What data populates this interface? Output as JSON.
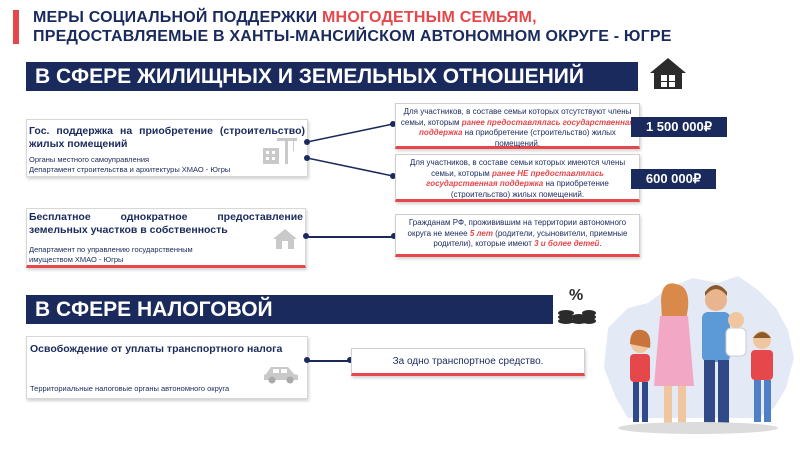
{
  "header": {
    "title_line1_a": "МЕРЫ СОЦИАЛЬНОЙ ПОДДЕРЖКИ ",
    "title_line1_b": "МНОГОДЕТНЫМ СЕМЬЯМ,",
    "title_line2": "ПРЕДОСТАВЛЯЕМЫЕ В ХАНТЫ-МАНСИЙСКОМ АВТОНОМНОМ ОКРУГЕ - ЮГРЕ"
  },
  "housing": {
    "section_title": "В СФЕРЕ ЖИЛИЩНЫХ И ЗЕМЕЛЬНЫХ ОТНОШЕНИЙ",
    "support": {
      "title": "Гос. поддержка на приобретение (строительство) жилых помещений",
      "org1": "Органы местного самоуправления",
      "org2": "Департамент строительства и архитектуры ХМАО - Югры"
    },
    "cond1": {
      "a": "Для участников, в составе семьи которых отсутствуют члены семьи, которым ",
      "hl": "ранее предоставлялась государственная поддержка",
      "b": " на приобретение (строительство) жилых помещений.",
      "amount": "1 500 000₽"
    },
    "cond2": {
      "a": "Для участников, в составе семьи которых имеются члены семьи, которым ",
      "hl": "ранее НЕ предоставлялась государственная поддержка",
      "b": " на приобретение (строительство) жилых помещений.",
      "amount": "600 000₽"
    },
    "land": {
      "title": "Бесплатное однократное предоставление земельных участков в собственность",
      "org1": "Департамент по управлению государственным",
      "org2": "имуществом ХМАО - Югры"
    },
    "land_cond": {
      "a": "Гражданам РФ, проживившим на территории автономного округа не менее ",
      "hl1": "5 лет",
      "b": " (родители, усыновители, приемные родители), которые имеют ",
      "hl2": "3 и более детей",
      "c": "."
    }
  },
  "tax": {
    "section_title": "В СФЕРЕ НАЛОГОВОЙ",
    "percent_symbol": "%",
    "exempt": {
      "title": "Освобождение от уплаты транспортного налога",
      "org": "Территориальные налоговые органы автономного округа"
    },
    "cond": "За одно транспортное средство."
  },
  "colors": {
    "navy": "#1a2a5c",
    "red": "#e5474b"
  },
  "icons": [
    "house-icon",
    "building-crane-icon",
    "small-house-icon",
    "percent-coins-icon",
    "car-icon",
    "family-illustration",
    "region-map-silhouette"
  ]
}
